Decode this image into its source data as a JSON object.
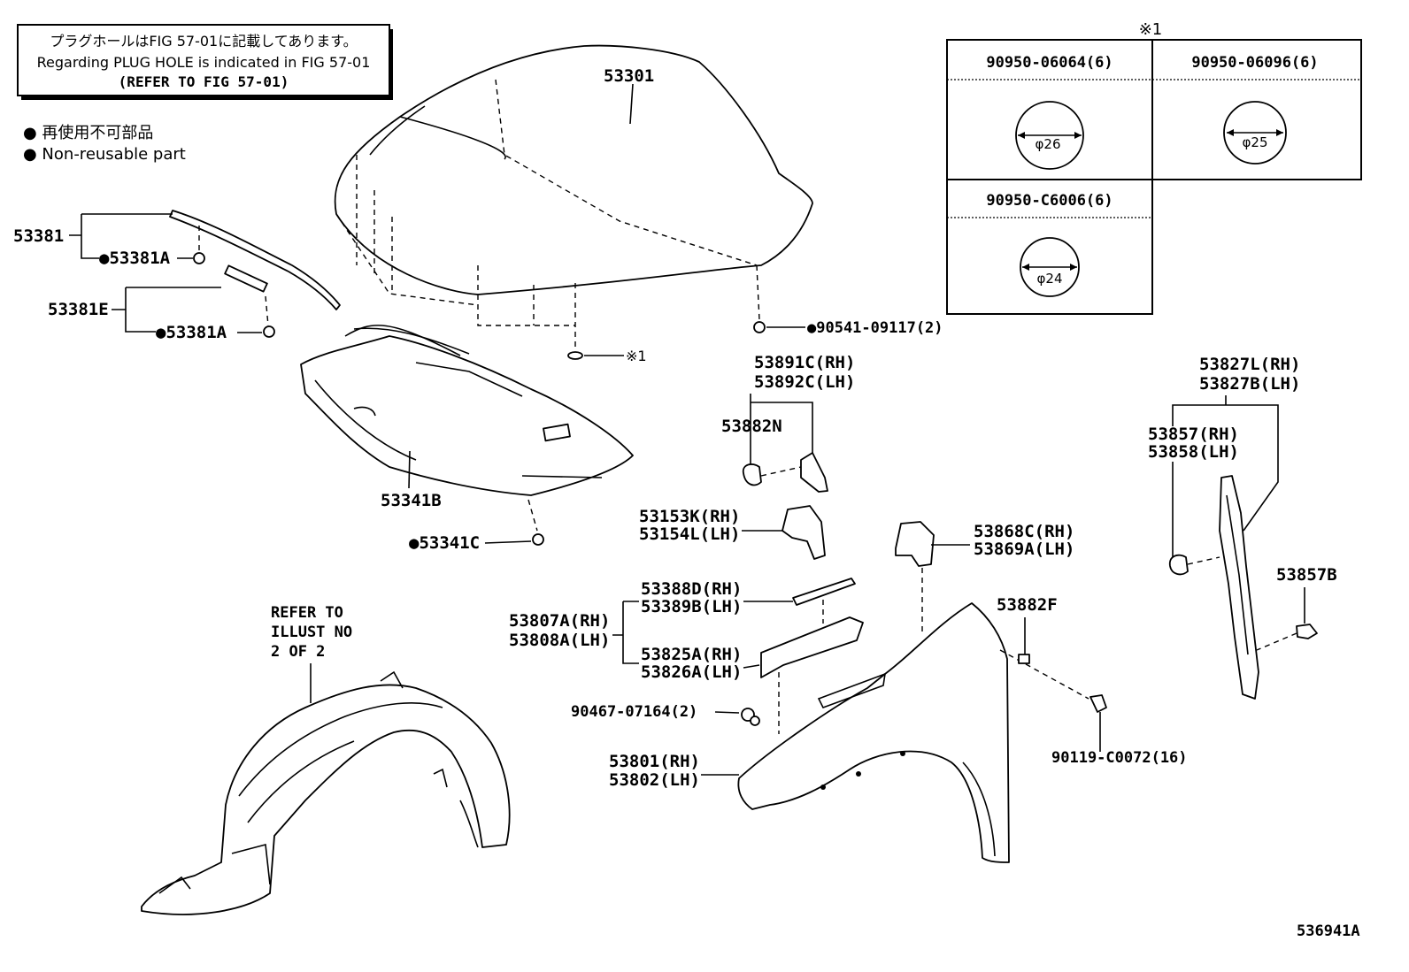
{
  "note_box": {
    "line_jp": "プラグホールはFIG 57-01に記載してあります。",
    "line_en": "Regarding PLUG HOLE is indicated in FIG 57-01",
    "line_ref": "(REFER TO FIG 57-01)"
  },
  "legend": {
    "jp": "● 再使用不可部品",
    "en": "● Non-reusable part"
  },
  "plug_table": {
    "marker": "※1",
    "cells": [
      {
        "part": "90950-06064(6)",
        "diameter": "φ26"
      },
      {
        "part": "90950-06096(6)",
        "diameter": "φ25"
      },
      {
        "part": "90950-C6006(6)",
        "diameter": "φ24"
      }
    ]
  },
  "labels": {
    "hood": "53301",
    "seal_53381": "53381",
    "clip_53381a_1": "●53381A",
    "seal_53381e": "53381E",
    "clip_53381a_2": "●53381A",
    "insulator": "53341B",
    "clip_53341c": "●53341C",
    "clip_90541": "●90541-09117(2)",
    "plug_ref": "※1",
    "seal_rh": "53891C(RH)",
    "seal_lh": "53892C(LH)",
    "cushion_53882n": "53882N",
    "bracket_rh": "53153K(RH)",
    "bracket_lh": "53154L(LH)",
    "spacer_rh": "53868C(RH)",
    "spacer_lh": "53869A(LH)",
    "seal2_rh": "53388D(RH)",
    "seal2_lh": "53389B(LH)",
    "assy_rh": "53807A(RH)",
    "assy_lh": "53808A(LH)",
    "support_rh": "53825A(RH)",
    "support_lh": "53826A(LH)",
    "clip_90467": "90467-07164(2)",
    "fender_rh": "53801(RH)",
    "fender_lh": "53802(LH)",
    "clip_53882f": "53882F",
    "bolt_90119": "90119-C0072(16)",
    "rseal_rh": "53827L(RH)",
    "rseal_lh": "53827B(LH)",
    "rseal2_rh": "53857(RH)",
    "rseal2_lh": "53858(LH)",
    "clip_53857b": "53857B",
    "refer_1": "REFER TO",
    "refer_2": "ILLUST NO",
    "refer_3": "2 OF 2",
    "figure_id": "536941A"
  }
}
